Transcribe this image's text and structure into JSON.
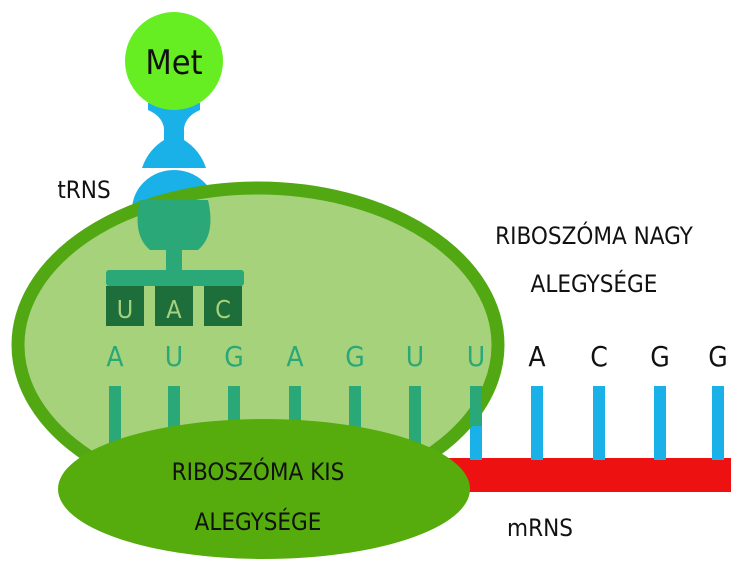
{
  "trna": {
    "label": "tRNS",
    "amino_acid": "Met",
    "anticodon": [
      "U",
      "A",
      "C"
    ]
  },
  "mrna": {
    "label": "mRNS",
    "bases": [
      "A",
      "U",
      "G",
      "A",
      "G",
      "U",
      "U",
      "A",
      "C",
      "G",
      "G"
    ]
  },
  "large_subunit": {
    "line1": "RIBOSZÓMA NAGY",
    "line2": "ALEGYSÉGE"
  },
  "small_subunit": {
    "line1": "RIBOSZÓMA KIS",
    "line2": "ALEGYSÉGE"
  },
  "colors": {
    "met": "#66ee22",
    "trna": "#1ab0e8",
    "large_subunit_fill": "#a6d27c",
    "large_subunit_stroke": "#52a812",
    "small_subunit": "#55ac0c",
    "mrna_backbone": "#ee1111",
    "base_inside": "#2aa877",
    "anticodon_box": "#1e6e3c"
  }
}
